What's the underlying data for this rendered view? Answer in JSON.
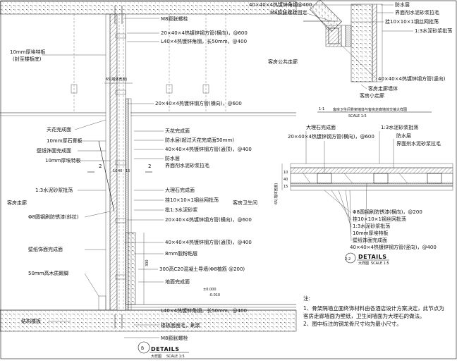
{
  "detail_b": {
    "title_num": "B",
    "title": "DETAILS",
    "subtitle": "大样图",
    "scale": "SCALE 1:5",
    "left_labels": [
      "10mm厚埃特板",
      "(封至楼板底)",
      "天花完成面",
      "10mm厚石膏板",
      "壁纸饰面完成面",
      "10mm厚埃特板",
      "1:3水泥砂浆批荡",
      "客房走廊",
      "Φ8圆钢刷防锈漆(斜拉)",
      "壁纸饰面完成面",
      "50mm高木质踢脚",
      "结构楼板"
    ],
    "right_labels": [
      "M8膨胀螺栓",
      "20×40×4热镀锌钢方管(横向)，@600",
      "L40×4热镀锌角钢，长50mm，@400",
      "20×40×4热镀锌钢方管(横向)，@600",
      "天花完成面",
      "防水层(超过天花完成面50mm)",
      "40×40×4热镀锌钢方管(通顶)，@400",
      "防水层",
      "界面剂水泥砂浆拉毛",
      "大理石完成面",
      "挂10×10×1钢丝网批荡",
      "客房卫生间",
      "批1:3水泥砂浆",
      "20×40×4热镀锌钢方管(横向)，@600",
      "40×40×4热镀锌钢方管(通顶)，@400",
      "8mm胶粉粘层",
      "300高C20混凝土导墙(Φ8植筋 @200)",
      "地面完成面",
      "L40×4热镀锌角钢，长50mm，@400",
      "楼板面凿毛，刷浆",
      "M8膨胀螺栓"
    ],
    "dims": [
      "65(墙体宽度)",
      "10",
      "40",
      "15",
      "300",
      "±0.000",
      "-0.010"
    ],
    "section_marks": [
      "2",
      "2"
    ]
  },
  "detail_1": {
    "labels": [
      "40×40×4热镀锌角钢@400",
      "M8膨胀螺栓固定",
      "防水层",
      "界面剂水泥砂浆拉毛",
      "挂10×10×1钢丝网批荡",
      "1:3水泥砂浆批荡",
      "客房公共走廊",
      "40×40×4热镀锌钢方管(竖向)",
      "客房走廊墙体",
      "客房小走廊"
    ],
    "title_num": "1-1",
    "title": "客房卫生间骨架墙体与客房走廊墙体交接大样图",
    "scale": "SCALE 1:5"
  },
  "detail_2": {
    "labels": [
      "大理石完成面",
      "1:3水泥砂浆批荡",
      "防水层",
      "界面剂水泥砂浆拉毛",
      "20×40×4热镀锌钢方管(横向)，@600",
      "Φ8圆钢刷防锈漆(横向)，@200",
      "挂10×10×1钢丝网批荡",
      "1:3水泥砂浆批荡",
      "10mm厚埃特板",
      "壁纸饰面完成面",
      "40×40×4热镀锌钢方管(竖向)，@400"
    ],
    "dims": [
      "65(墙体宽度)",
      "10",
      "40",
      "15"
    ],
    "title_num": "2-2",
    "title": "DETAILS",
    "subtitle": "大样图",
    "scale": "SCALE 1:5"
  },
  "notes": {
    "heading": "注:",
    "lines": [
      "1、骨架隔墙立面终饰材料由各酒店设计方案决定，此节点为",
      "客房走廊墙面为壁纸，卫生间墙面为大理石的做法。",
      "2、图中标注的钢龙骨尺寸均为最小尺寸。"
    ]
  }
}
